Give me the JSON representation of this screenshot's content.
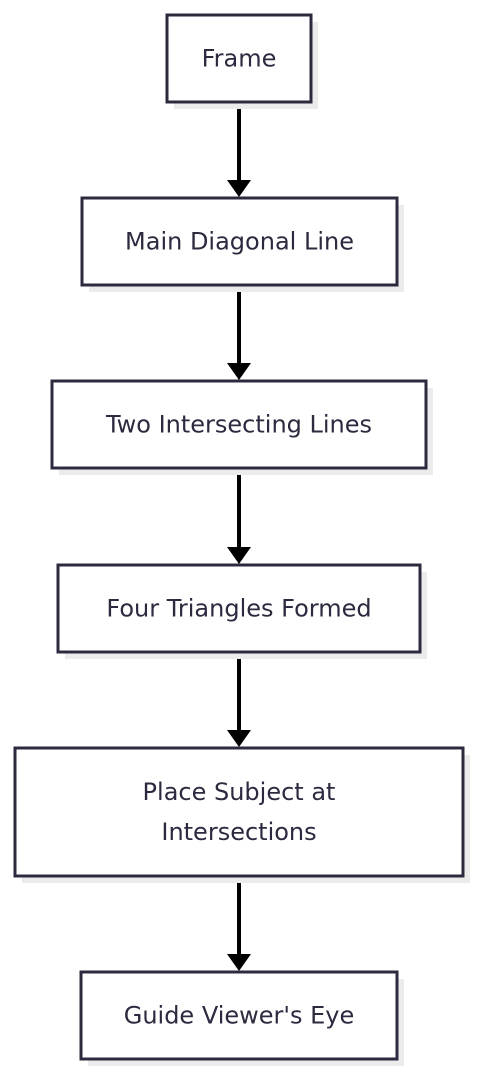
{
  "diagram": {
    "nodes": [
      {
        "id": "frame",
        "lines": [
          "Frame"
        ]
      },
      {
        "id": "main-diagonal-line",
        "lines": [
          "Main Diagonal Line"
        ]
      },
      {
        "id": "two-intersecting-lines",
        "lines": [
          "Two Intersecting Lines"
        ]
      },
      {
        "id": "four-triangles-formed",
        "lines": [
          "Four Triangles Formed"
        ]
      },
      {
        "id": "place-subject",
        "lines": [
          "Place Subject at",
          "Intersections"
        ]
      },
      {
        "id": "guide-viewers-eye",
        "lines": [
          "Guide Viewer's Eye"
        ]
      }
    ],
    "edges": [
      {
        "from": "frame",
        "to": "main-diagonal-line"
      },
      {
        "from": "main-diagonal-line",
        "to": "two-intersecting-lines"
      },
      {
        "from": "two-intersecting-lines",
        "to": "four-triangles-formed"
      },
      {
        "from": "four-triangles-formed",
        "to": "place-subject"
      },
      {
        "from": "place-subject",
        "to": "guide-viewers-eye"
      }
    ],
    "colors": {
      "node_border": "#2b2a3f",
      "node_fill": "#ffffff",
      "node_shadow": "#ebebeb",
      "text": "#2b2a3f",
      "arrow": "#000000"
    }
  }
}
